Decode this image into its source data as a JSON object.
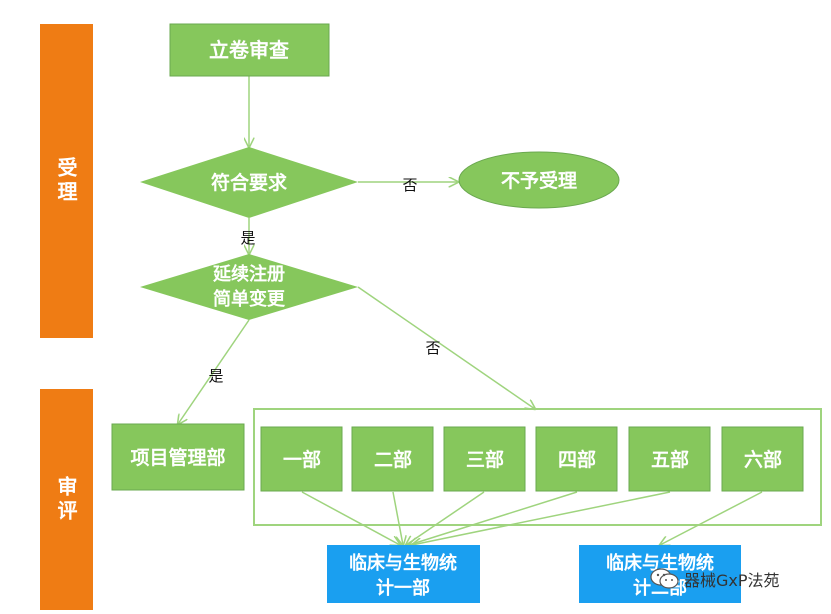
{
  "lanes": {
    "accept": "受理",
    "review": "审评"
  },
  "nodes": {
    "filing_review": "立卷审查",
    "meets_requirements": "符合要求",
    "not_accepted": "不予受理",
    "renewal_line1": "延续注册",
    "renewal_line2": "简单变更",
    "project_mgmt": "项目管理部",
    "dept1": "一部",
    "dept2": "二部",
    "dept3": "三部",
    "dept4": "四部",
    "dept5": "五部",
    "dept6": "六部",
    "clinical1_line1": "临床与生物统",
    "clinical1_line2": "计一部",
    "clinical2_line1": "临床与生物统",
    "clinical2_line2": "计二部"
  },
  "edges": {
    "no_1": "否",
    "yes_1": "是",
    "no_2": "否",
    "yes_2": "是"
  },
  "watermark": "器械GxP法苑",
  "colors": {
    "lane": "#ef7c14",
    "node": "#86c75c",
    "node_border": "#6aa84f",
    "clinical": "#1a9ff0",
    "edge": "#9fd47e",
    "text": "#ffffff"
  }
}
